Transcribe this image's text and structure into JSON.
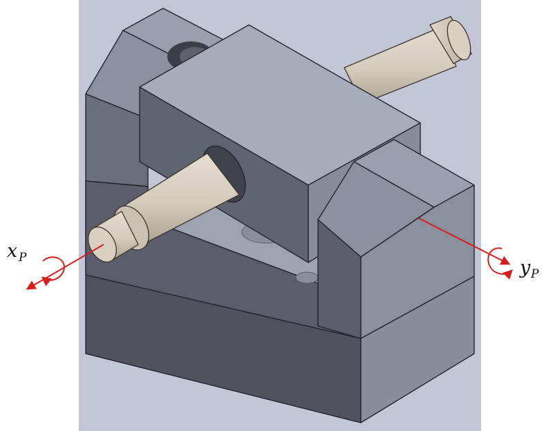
{
  "figure": {
    "axes": [
      {
        "id": "x",
        "symbol": "x",
        "subscript": "P",
        "rotation": "about-axis"
      },
      {
        "id": "y",
        "symbol": "y",
        "subscript": "P",
        "rotation": "about-axis"
      }
    ],
    "colors": {
      "background": "#c3c6d6",
      "base_front": "#575a66",
      "base_front_lower": "#4d505b",
      "base_top": "#9699a8",
      "block_top": "#a8abba",
      "block_front": "#606471",
      "block_side": "#8b8e9d",
      "jaw_face": "#8c8f9e",
      "jaw_dark": "#5b5e6b",
      "shaft": "#d4cbbd",
      "shaft_shade": "#b8ad9c",
      "axis_arrow": "#d4201c"
    }
  }
}
